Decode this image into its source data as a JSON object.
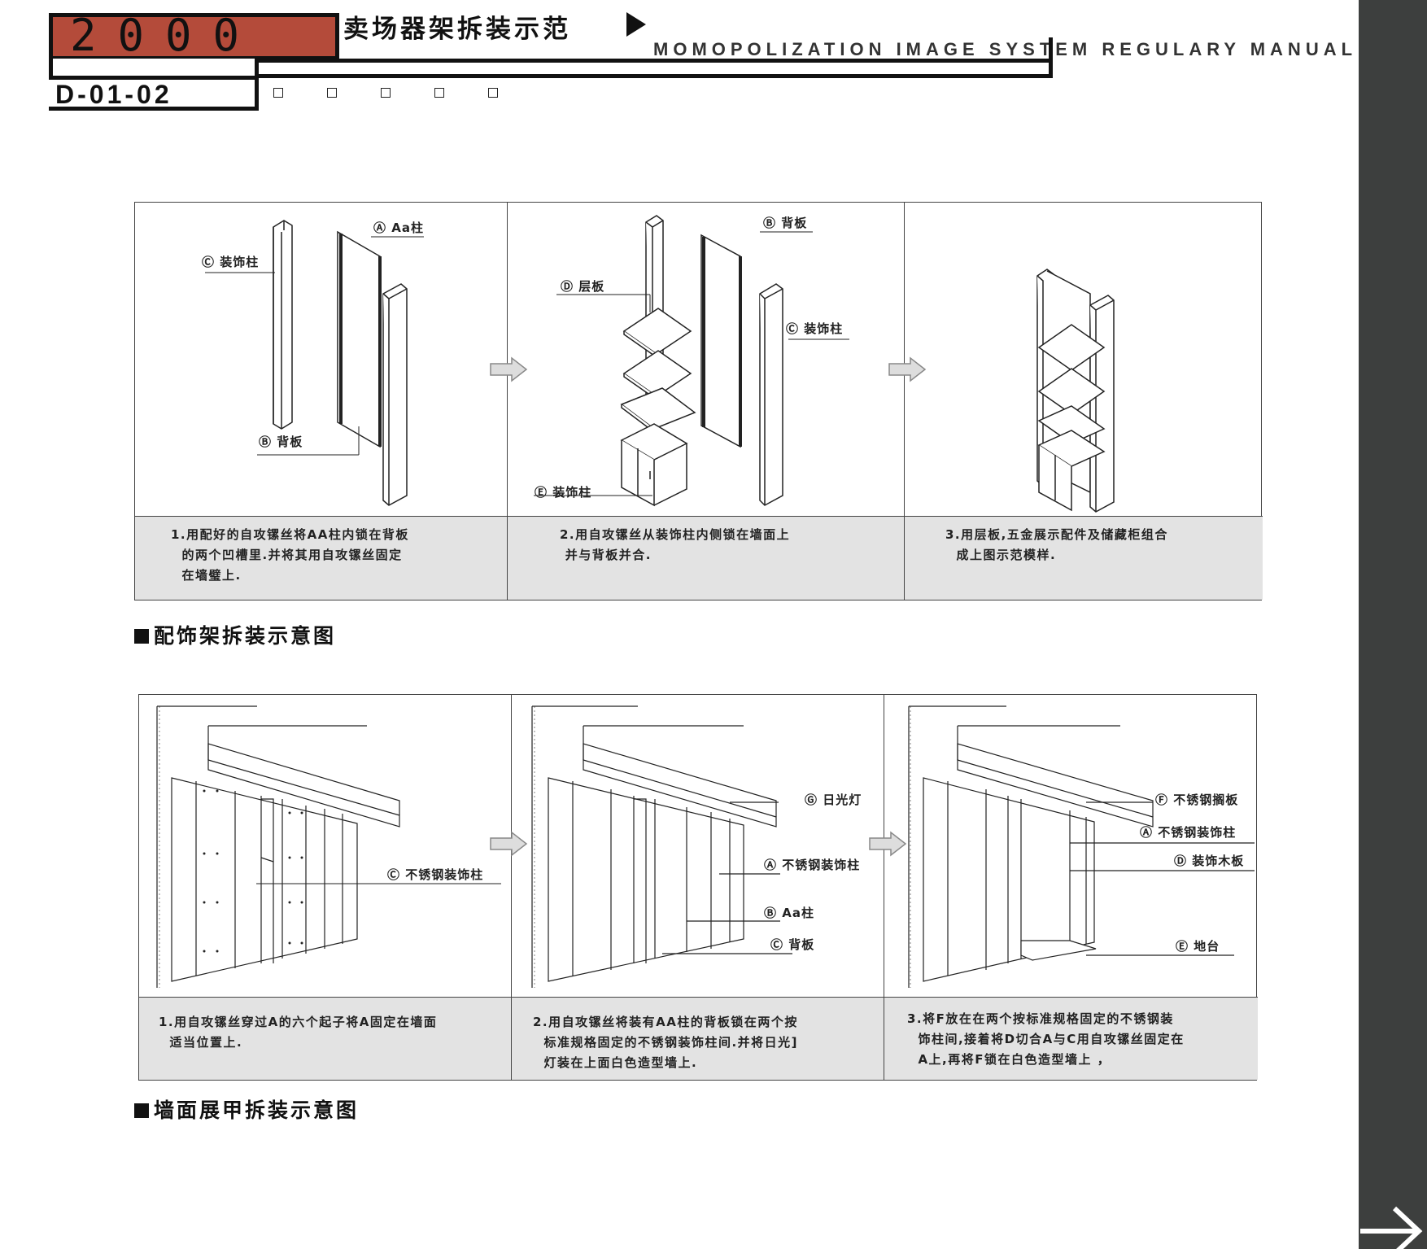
{
  "header": {
    "code": "2000",
    "id": "D-01-02",
    "title": "卖场器架拆装示范",
    "subtitle": "MOMOPOLIZATION IMAGE SYSTEM REGULARY MANUAL",
    "checkbox_count": 5
  },
  "section1": {
    "title": "配饰架拆装示意图",
    "panel1": {
      "labels": [
        "Ⓐ Aa柱",
        "Ⓒ 装饰柱",
        "Ⓑ 背板"
      ],
      "caption": "1.用配好的自攻镙丝将AA柱内锁在背板\n  的两个凹槽里.并将其用自攻镙丝固定\n  在墙璧上."
    },
    "panel2": {
      "labels": [
        "Ⓑ 背板",
        "Ⓓ 层板",
        "Ⓒ 装饰柱",
        "Ⓔ 装饰柱"
      ],
      "caption": "2.用自攻镙丝从装饰柱内侧锁在墙面上\n 并与背板并合."
    },
    "panel3": {
      "caption": "3.用层板,五金展示配件及储藏柜组合\n  成上图示范模样."
    }
  },
  "section2": {
    "title": "墙面展甲拆装示意图",
    "panel1": {
      "labels": [
        "Ⓒ 不锈钢装饰柱"
      ],
      "caption": "1.用自攻镙丝穿过A的六个起子将A固定在墙面\n  适当位置上."
    },
    "panel2": {
      "labels": [
        "Ⓖ 日光灯",
        "Ⓐ 不锈钢装饰柱",
        "Ⓑ Aa柱",
        "Ⓒ 背板"
      ],
      "caption": "2.用自攻镙丝将装有AA柱的背板锁在两个按\n  标准规格固定的不锈钢装饰柱间.并将日光]\n  灯装在上面白色造型墙上."
    },
    "panel3": {
      "labels": [
        "Ⓕ 不锈钢搁板",
        "Ⓐ 不锈钢装饰柱",
        "Ⓓ 装饰木板",
        "Ⓔ 地台"
      ],
      "caption": "3.将F放在在两个按标准规格固定的不锈钢装\n  饰柱间,接着将D切合A与C用自攻镙丝固定在\n  A上,再将F锁在白色造型墙上 ，"
    }
  },
  "colors": {
    "accent": "#b44b3a",
    "sidebar": "#3d3f3e",
    "caption_bg": "#e3e3e3"
  }
}
